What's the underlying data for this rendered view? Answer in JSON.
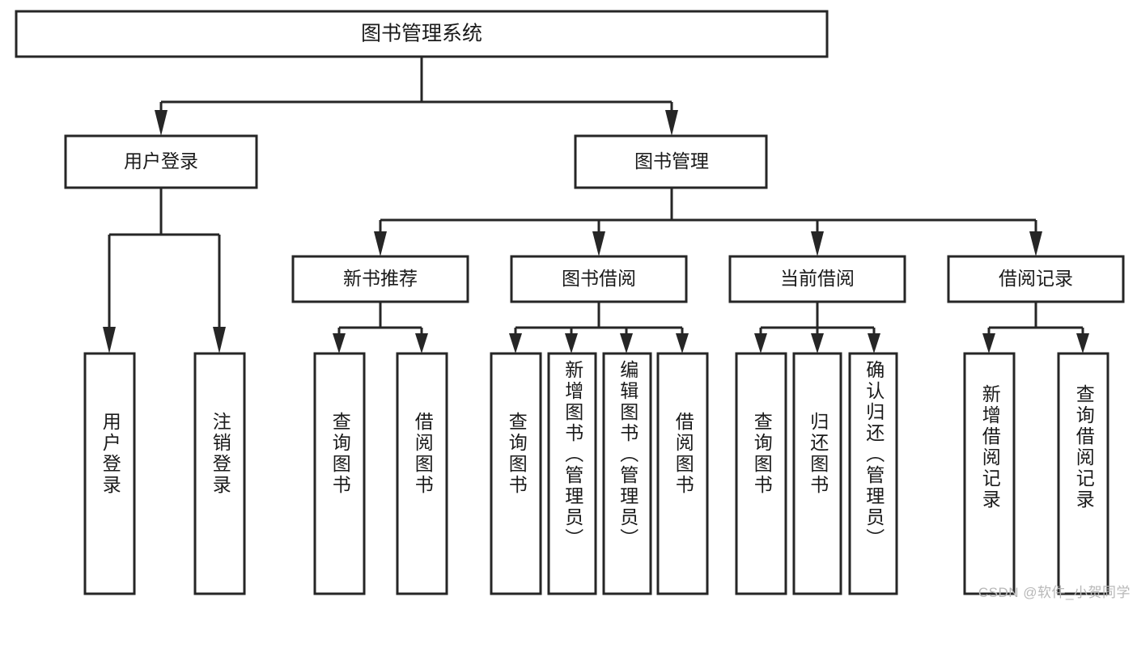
{
  "diagram": {
    "title": "图书管理系统",
    "type": "hierarchy-tree",
    "background_color": "#ffffff",
    "line_color": "#262626",
    "box_fill": "#ffffff",
    "text_color": "#1a1a1a",
    "root": {
      "id": "root",
      "label": "图书管理系统",
      "orientation": "horizontal"
    },
    "level1": [
      {
        "id": "user-login",
        "label": "用户登录",
        "orientation": "horizontal",
        "children": [
          {
            "id": "user-login-do",
            "label": "用户登录",
            "orientation": "vertical"
          },
          {
            "id": "user-logout",
            "label": "注销登录",
            "orientation": "vertical"
          }
        ]
      },
      {
        "id": "book-management",
        "label": "图书管理",
        "orientation": "horizontal",
        "children": [
          {
            "id": "new-book-recommend",
            "label": "新书推荐",
            "orientation": "horizontal",
            "children": [
              {
                "id": "query-book-1",
                "label": "查询图书",
                "orientation": "vertical"
              },
              {
                "id": "borrow-book-1",
                "label": "借阅图书",
                "orientation": "vertical"
              }
            ]
          },
          {
            "id": "book-borrow",
            "label": "图书借阅",
            "orientation": "horizontal",
            "children": [
              {
                "id": "query-book-2",
                "label": "查询图书",
                "orientation": "vertical"
              },
              {
                "id": "add-book-admin",
                "label": "新增图书（管理员）",
                "orientation": "vertical"
              },
              {
                "id": "edit-book-admin",
                "label": "编辑图书（管理员）",
                "orientation": "vertical"
              },
              {
                "id": "borrow-book-2",
                "label": "借阅图书",
                "orientation": "vertical"
              }
            ]
          },
          {
            "id": "current-borrow",
            "label": "当前借阅",
            "orientation": "horizontal",
            "children": [
              {
                "id": "query-book-3",
                "label": "查询图书",
                "orientation": "vertical"
              },
              {
                "id": "return-book",
                "label": "归还图书",
                "orientation": "vertical"
              },
              {
                "id": "confirm-return-admin",
                "label": "确认归还（管理员）",
                "orientation": "vertical"
              }
            ]
          },
          {
            "id": "borrow-record",
            "label": "借阅记录",
            "orientation": "horizontal",
            "children": [
              {
                "id": "add-borrow-record",
                "label": "新增借阅记录",
                "orientation": "vertical"
              },
              {
                "id": "query-borrow-record",
                "label": "查询借阅记录",
                "orientation": "vertical"
              }
            ]
          }
        ]
      }
    ]
  },
  "watermark": {
    "text": "CSDN @软件_小贺同学"
  }
}
